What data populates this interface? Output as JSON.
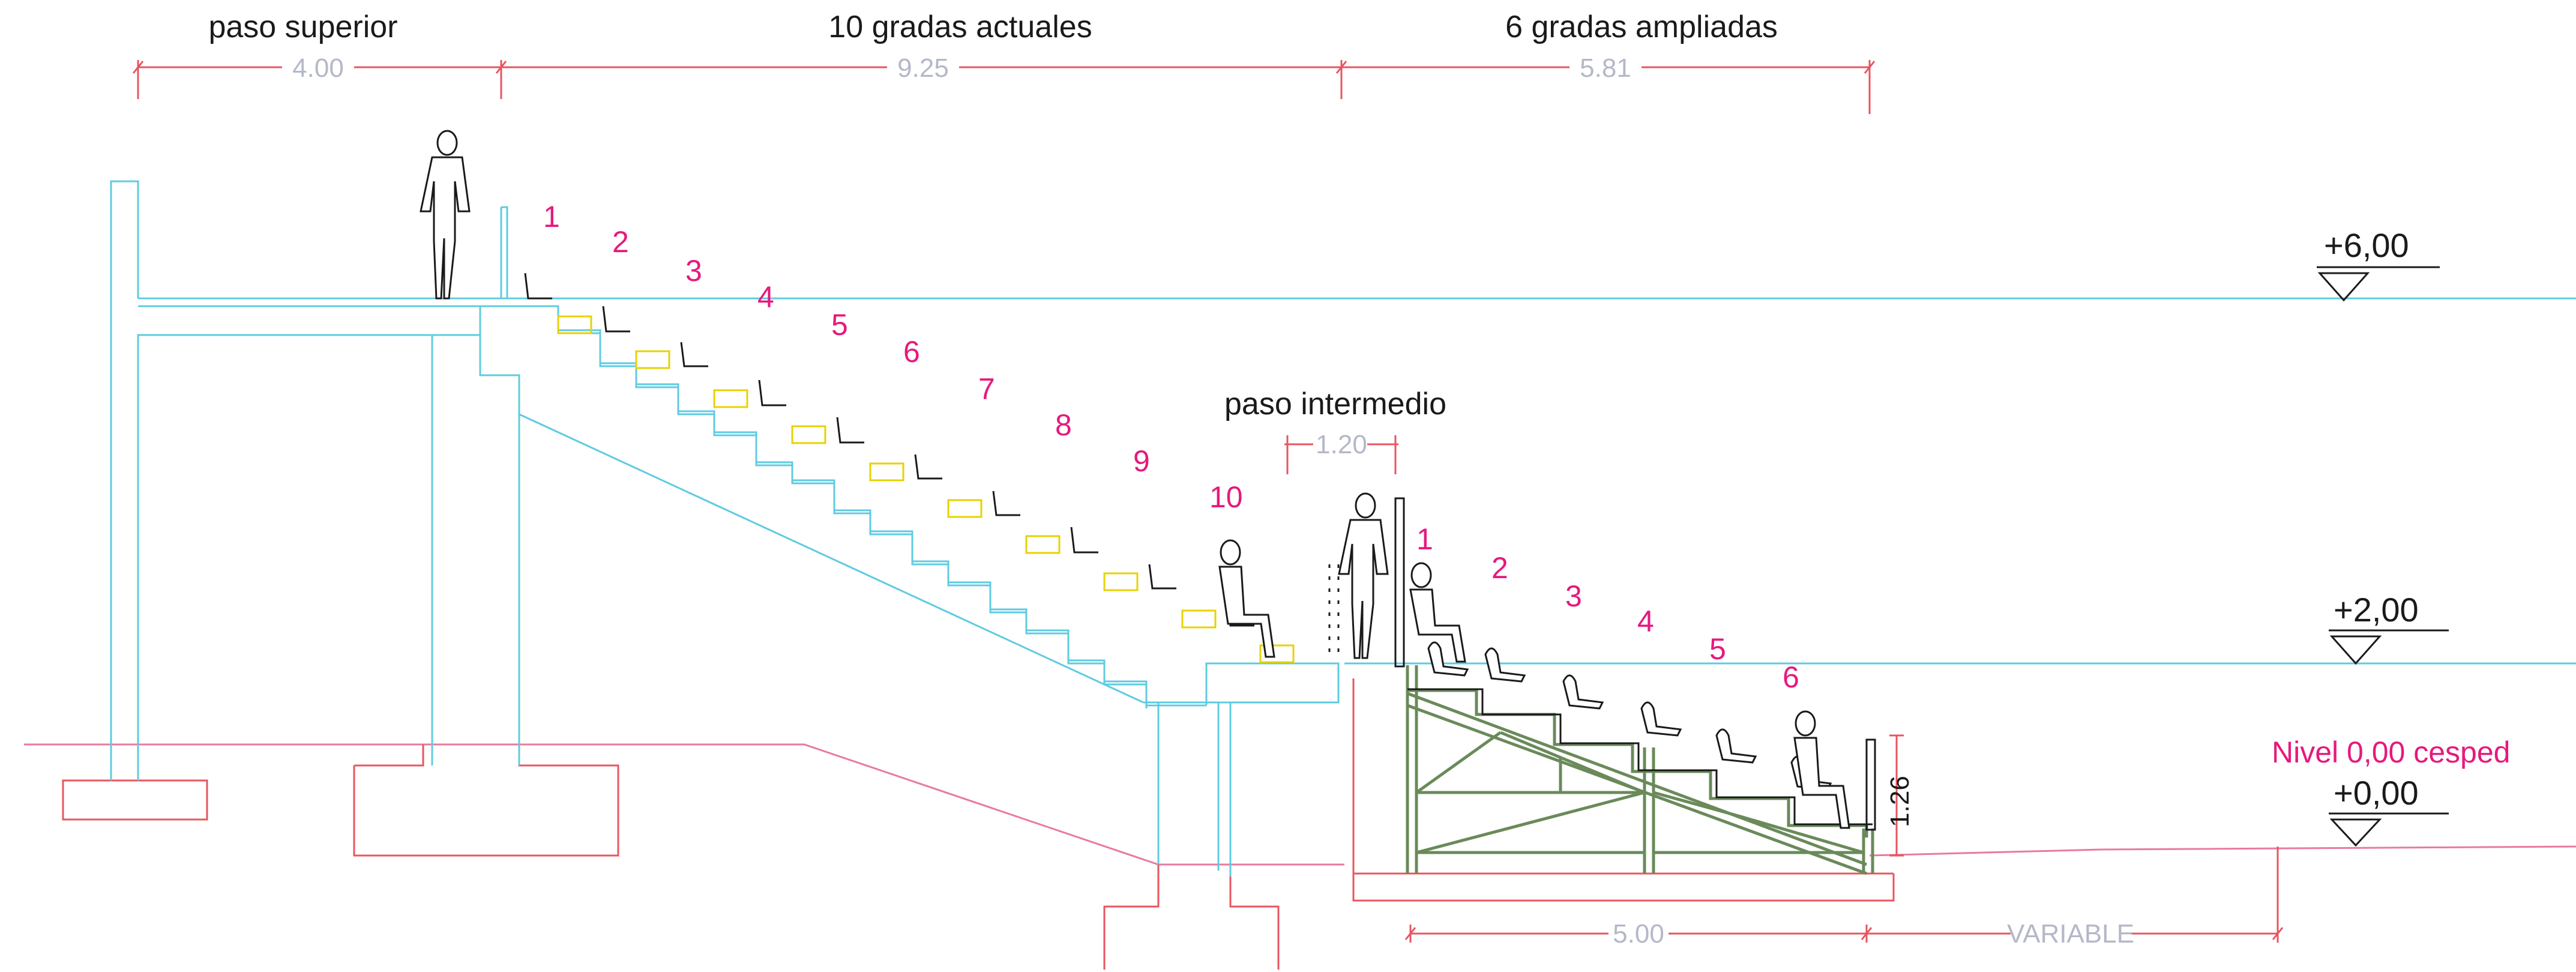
{
  "sections": {
    "paso_superior": "paso superior",
    "gradas_actuales": "10 gradas actuales",
    "gradas_ampliadas": "6 gradas ampliadas",
    "paso_intermedio": "paso intermedio"
  },
  "dimensions": {
    "paso_superior": "4.00",
    "gradas_actuales": "9.25",
    "gradas_ampliadas": "5.81",
    "paso_intermedio": "1.20",
    "height": "1.26",
    "base": "5.00",
    "variable": "VARIABLE"
  },
  "levels": {
    "top": "+6,00",
    "middle": "+2,00",
    "bottom": "+0,00",
    "grass": "Nivel 0,00 cesped"
  },
  "row_numbers": {
    "upper": [
      "1",
      "2",
      "3",
      "4",
      "5",
      "6",
      "7",
      "8",
      "9",
      "10"
    ],
    "lower": [
      "1",
      "2",
      "3",
      "4",
      "5",
      "6"
    ]
  },
  "colors": {
    "structure": "#5fcbe0",
    "foundation": "#e8555f",
    "row_numbers": "#e6197d",
    "seat_edges": "#e8d200"
  }
}
